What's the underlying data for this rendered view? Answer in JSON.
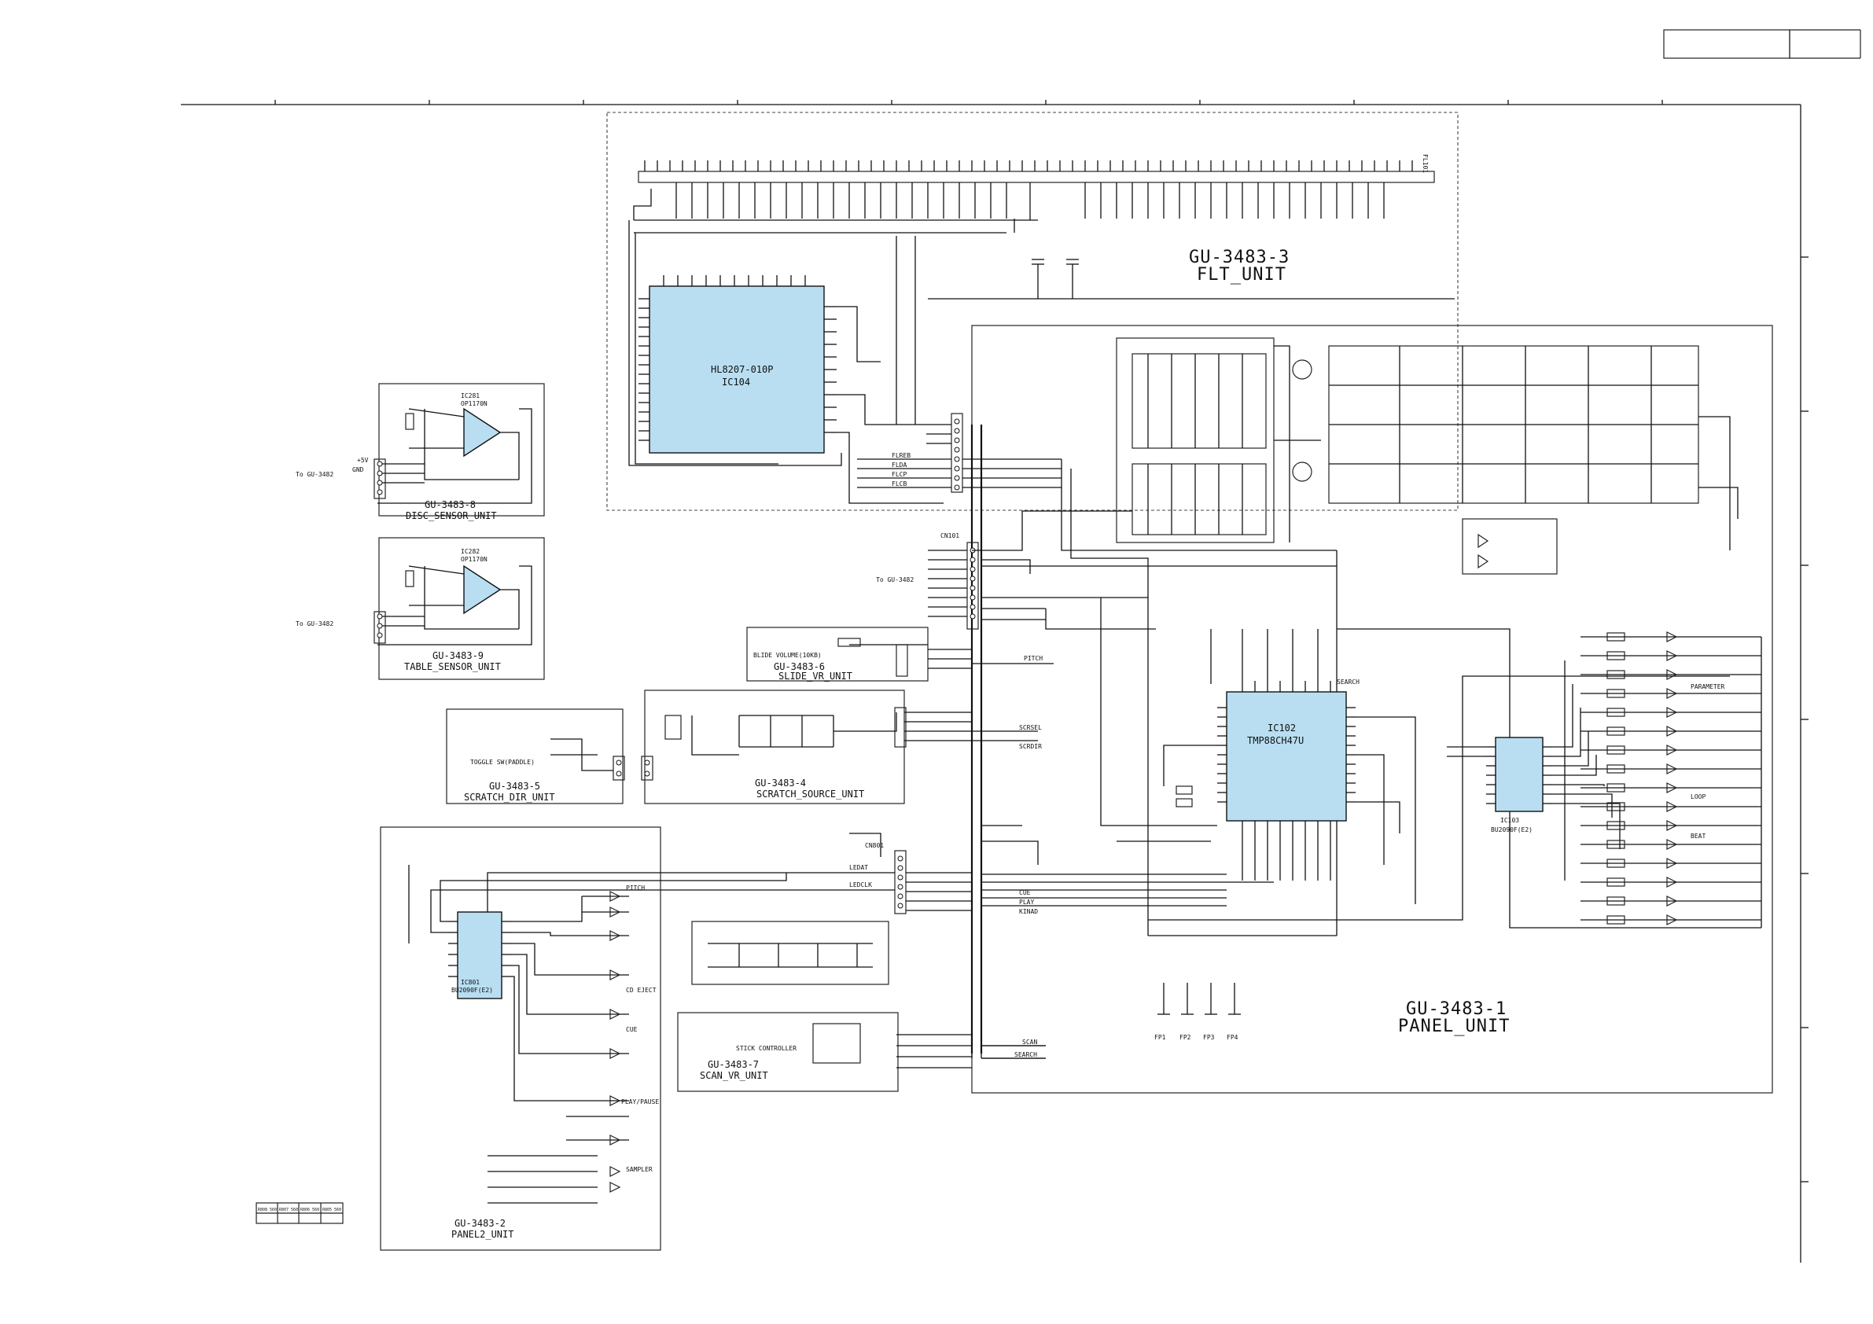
{
  "title_block": {
    "cell_left": "",
    "cell_right": ""
  },
  "units": [
    {
      "id": "flt",
      "name": "GU-3483-3",
      "sub": "FLT_UNIT"
    },
    {
      "id": "panel",
      "name": "GU-3483-1",
      "sub": "PANEL_UNIT"
    },
    {
      "id": "disc",
      "name": "GU-3483-8",
      "sub": "DISC_SENSOR_UNIT"
    },
    {
      "id": "table",
      "name": "GU-3483-9",
      "sub": "TABLE_SENSOR_UNIT"
    },
    {
      "id": "slide",
      "name": "GU-3483-6",
      "sub": "SLIDE_VR_UNIT"
    },
    {
      "id": "source",
      "name": "GU-3483-4",
      "sub": "SCRATCH_SOURCE_UNIT"
    },
    {
      "id": "dir",
      "name": "GU-3483-5",
      "sub": "SCRATCH_DIR_UNIT"
    },
    {
      "id": "scan",
      "name": "GU-3483-7",
      "sub": "SCAN_VR_UNIT"
    },
    {
      "id": "panel2",
      "name": "GU-3483-2",
      "sub": "PANEL2_UNIT"
    }
  ],
  "ics": [
    {
      "id": "ic104",
      "part": "HL8207-010P",
      "ref": "IC104"
    },
    {
      "id": "ic102",
      "part": "TMP88CH47U",
      "ref": "IC102"
    },
    {
      "id": "ic103",
      "part": "BU2090F(E2)",
      "ref": "IC103"
    },
    {
      "id": "ic801",
      "part": "BU2090F(E2)",
      "ref": "IC801"
    },
    {
      "id": "ic281",
      "part": "OP1170N",
      "ref": "IC281"
    },
    {
      "id": "ic282",
      "part": "OP1170N",
      "ref": "IC282"
    }
  ],
  "texts": {
    "to_gu_disc": "To GU-3482",
    "to_gu_table": "To GU-3482",
    "to_gu_main": "To GU-3482",
    "fl101": "FL101",
    "cn801": "CN801",
    "cn101": "CN101",
    "toggle": "TOGGLE SW(PADDLE)",
    "blide": "BLIDE VOLUME(10KB)",
    "stick": "STICK CONTROLLER",
    "led_vf": "LEDAT",
    "pitch": "PITCH",
    "scratch": "SCRSEL",
    "scrdir": "SCRDIR",
    "search": "SEARCH",
    "scan": "SCAN",
    "cue": "CUE",
    "play": "PLAY",
    "kinad": "KINAD",
    "ledclk": "LEDCLK",
    "ledat2": "LEDAT",
    "v5": "+5V",
    "gnd": "GND",
    "flre": "FLREB",
    "fla": "FLDA",
    "flc": "FLCP",
    "flb": "FLCB",
    "fp1": "FP1",
    "fp2": "FP2",
    "fp3": "FP3",
    "fp4": "FP4",
    "resistor_table": [
      "R808 560",
      "R807 560",
      "R806 560",
      "R805 560"
    ]
  },
  "switches": [
    "CUE",
    "PLAY/PAUSE",
    "CD EJECT",
    "PITCH",
    "SEARCH",
    "LOOP",
    "SAMPLER",
    "BEAT",
    "PARAMETER"
  ]
}
